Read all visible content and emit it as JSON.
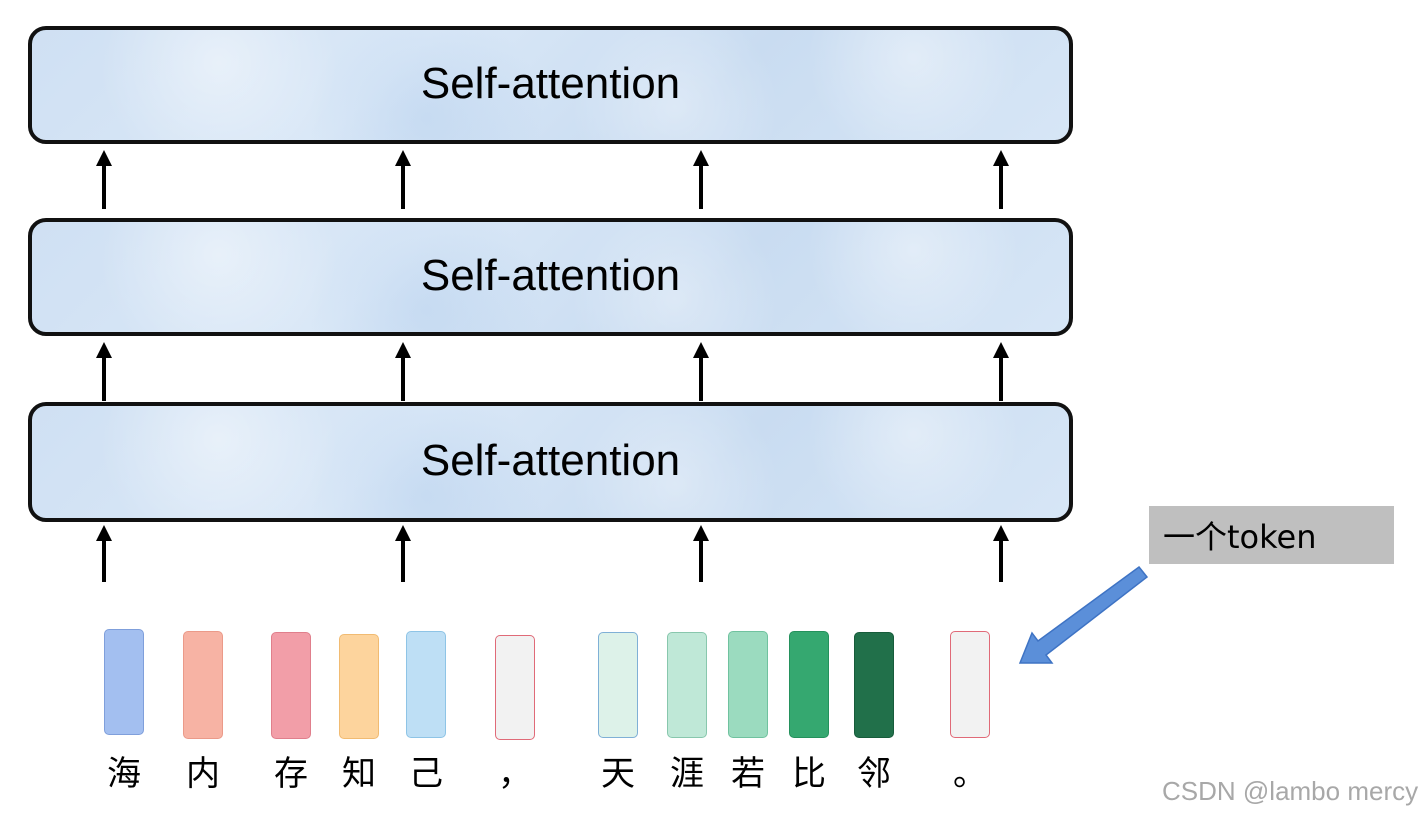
{
  "layers": [
    {
      "label": "Self-attention"
    },
    {
      "label": "Self-attention"
    },
    {
      "label": "Self-attention"
    }
  ],
  "tokens": [
    {
      "char": "海",
      "fill": "#a3bff0",
      "border": "#7f9fdb"
    },
    {
      "char": "内",
      "fill": "#f7b3a4",
      "border": "#eb9a89"
    },
    {
      "char": "存",
      "fill": "#f29ea8",
      "border": "#e07f8c"
    },
    {
      "char": "知",
      "fill": "#fdd49d",
      "border": "#f1bb72"
    },
    {
      "char": "己",
      "fill": "#bedff5",
      "border": "#8ec4e6"
    },
    {
      "char": "，",
      "fill": "#f2f2f2",
      "border": "#e06a78"
    },
    {
      "char": "天",
      "fill": "#ddf2e9",
      "border": "#7fb0d6"
    },
    {
      "char": "涯",
      "fill": "#bfe8d7",
      "border": "#88c7ad"
    },
    {
      "char": "若",
      "fill": "#9bdbbf",
      "border": "#70c29f"
    },
    {
      "char": "比",
      "fill": "#35a870",
      "border": "#24915c"
    },
    {
      "char": "邻",
      "fill": "#21704a",
      "border": "#175c3b"
    },
    {
      "char": "。",
      "fill": "#f2f2f2",
      "border": "#e06a78"
    }
  ],
  "callout": {
    "label": "一个token",
    "fill": "#bfbfbf",
    "arrow_color": "#5b8fd9"
  },
  "watermark": "CSDN @lambo mercy"
}
